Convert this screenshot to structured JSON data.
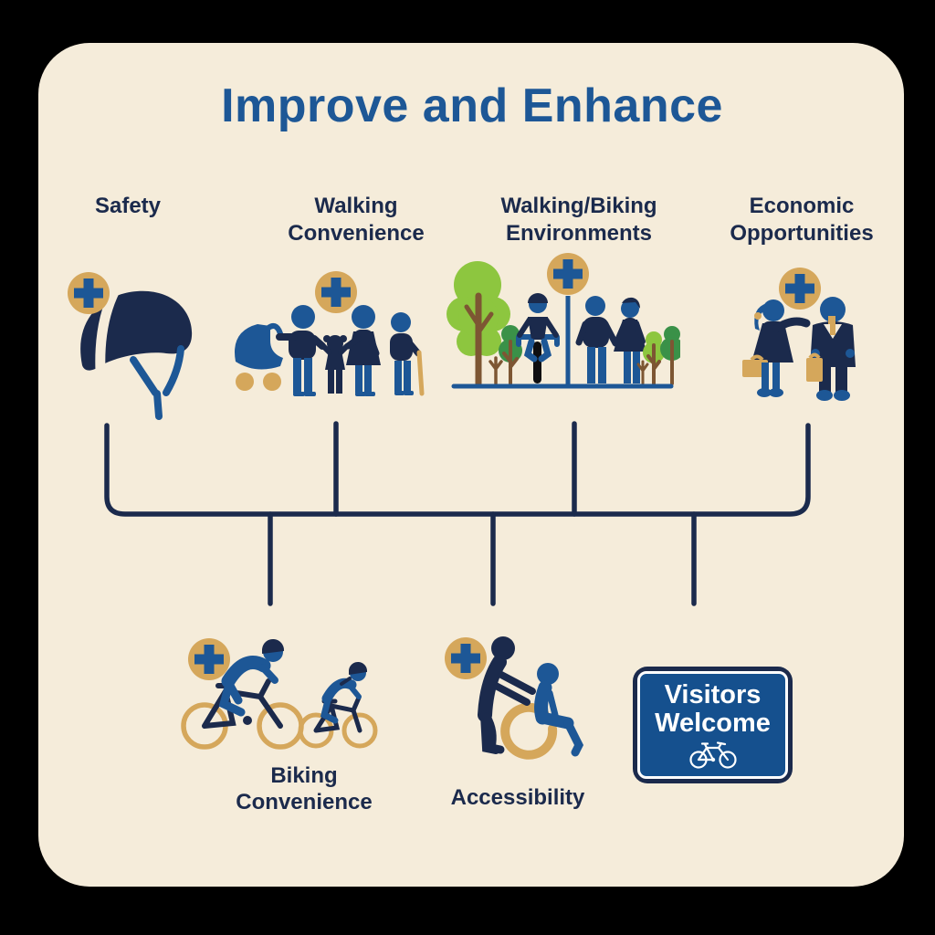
{
  "title": "Improve and Enhance",
  "top_items": [
    {
      "id": "safety",
      "label": "Safety",
      "icon": "bike-helmet-icon"
    },
    {
      "id": "walking-convenience",
      "label": "Walking\nConvenience",
      "icon": "family-walking-icon"
    },
    {
      "id": "walking-biking-environments",
      "label": "Walking/Biking\nEnvironments",
      "icon": "park-path-icon"
    },
    {
      "id": "economic-opportunities",
      "label": "Economic\nOpportunities",
      "icon": "business-people-icon"
    }
  ],
  "bottom_items": [
    {
      "id": "biking-convenience",
      "label": "Biking\nConvenience",
      "icon": "two-cyclists-icon"
    },
    {
      "id": "accessibility",
      "label": "Accessibility",
      "icon": "wheelchair-assist-icon"
    }
  ],
  "sign": {
    "line1": "Visitors",
    "line2": "Welcome",
    "icon": "bicycle-icon"
  },
  "badge_icon": "plus-badge-icon",
  "colors": {
    "background": "#000000",
    "card": "#f5ecda",
    "navy": "#1b2a4c",
    "blue": "#1d5796",
    "tan": "#d5a75b",
    "green_light": "#8dc63f",
    "green_dark": "#3a9148",
    "brown": "#7d5633",
    "sign_blue": "#15508e",
    "white": "#ffffff"
  }
}
